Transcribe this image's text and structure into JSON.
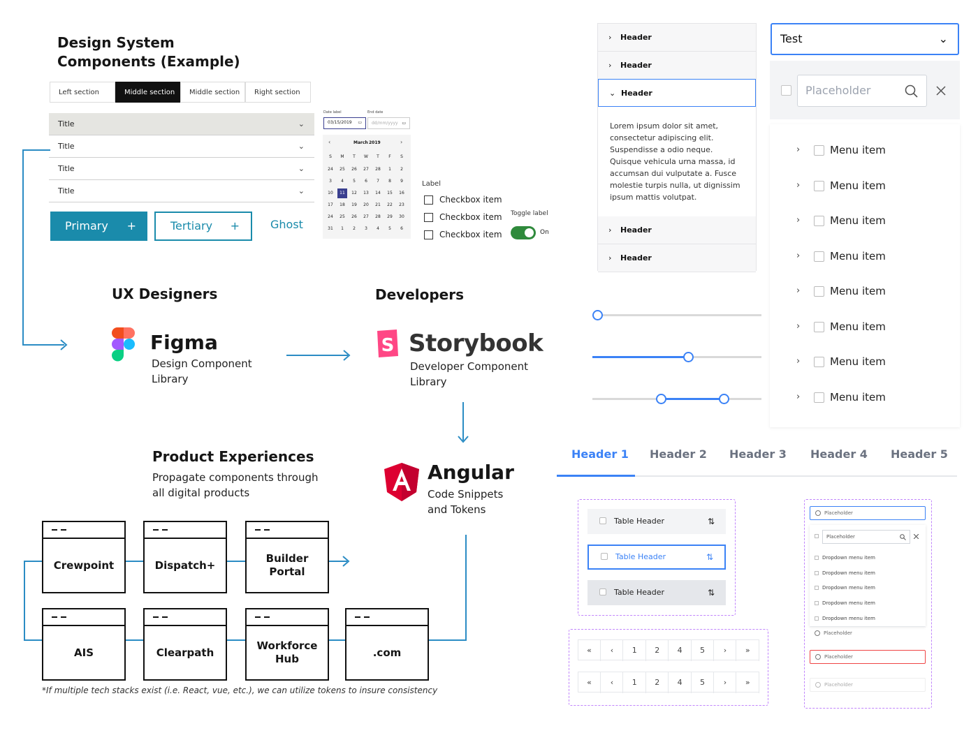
{
  "title": "Design System\nComponents (Example)",
  "content_switcher": [
    "Left section",
    "Middle section",
    "Middle section",
    "Right section"
  ],
  "accordion_left": [
    "Title",
    "Title",
    "Title",
    "Title"
  ],
  "buttons": {
    "primary": "Primary",
    "tertiary": "Tertiary",
    "ghost": "Ghost",
    "plus": "+"
  },
  "date_picker": {
    "date_label": "Date label",
    "end_label": "End date",
    "date_value": "03/15/2019",
    "end_placeholder": "dd/mm/yyyy",
    "month": "March",
    "year": "2019",
    "prev": "‹",
    "next": "›",
    "weekdays": [
      "S",
      "M",
      "T",
      "W",
      "T",
      "F",
      "S"
    ],
    "days": [
      "24",
      "25",
      "26",
      "27",
      "28",
      "1",
      "2",
      "3",
      "4",
      "5",
      "6",
      "7",
      "8",
      "9",
      "10",
      "11",
      "12",
      "13",
      "14",
      "15",
      "16",
      "17",
      "18",
      "19",
      "20",
      "21",
      "22",
      "23",
      "24",
      "25",
      "26",
      "27",
      "28",
      "29",
      "30",
      "31",
      "1",
      "2",
      "3",
      "4",
      "5",
      "6"
    ],
    "selected_index": 15
  },
  "checkbox_group": {
    "label": "Label",
    "items": [
      "Checkbox item",
      "Checkbox item",
      "Checkbox item"
    ]
  },
  "toggle": {
    "label": "Toggle label",
    "state": "On"
  },
  "flow": {
    "ux_heading": "UX Designers",
    "dev_heading": "Developers",
    "figma_name": "Figma",
    "figma_sub": "Design Component\nLibrary",
    "storybook_name": "Storybook",
    "storybook_sub": "Developer Component\nLibrary",
    "angular_name": "Angular",
    "angular_sub": "Code Snippets\nand Tokens",
    "product_heading": "Product Experiences",
    "product_sub": "Propagate components through\nall digital products",
    "products": [
      "Crewpoint",
      "Dispatch+",
      "Builder\nPortal",
      "AIS",
      "Clearpath",
      "Workforce\nHub",
      ".com"
    ],
    "footnote": "*If multiple tech stacks exist (i.e. React, vue, etc.), we can utilize tokens to insure consistency"
  },
  "accordion_right": {
    "headers": [
      "Header",
      "Header",
      "Header",
      "Header",
      "Header"
    ],
    "body": "Lorem ipsum dolor sit amet, consectetur adipiscing elit. Suspendisse a odio neque. Quisque vehicula urna massa, id accumsan dui vulputate a. Fusce molestie turpis nulla, ut dignissim ipsum mattis volutpat."
  },
  "select": {
    "value": "Test"
  },
  "search": {
    "placeholder": "Placeholder"
  },
  "menu_items": [
    "Menu item",
    "Menu item",
    "Menu item",
    "Menu item",
    "Menu item",
    "Menu item",
    "Menu item",
    "Menu item"
  ],
  "sliders": [
    {
      "value": 0
    },
    {
      "value": 0.59
    },
    {
      "low": 0.41,
      "high": 0.82
    }
  ],
  "tabs": [
    "Header 1",
    "Header 2",
    "Header 3",
    "Header 4",
    "Header 5"
  ],
  "table_headers": [
    "Table Header",
    "Table Header",
    "Table Header"
  ],
  "pagination": [
    "«",
    "‹",
    "1",
    "2",
    "4",
    "5",
    "›",
    "»"
  ],
  "dropdown": {
    "placeholder": "Placeholder",
    "items": [
      "Dropdown menu item",
      "Dropdown menu item",
      "Dropdown menu item",
      "Dropdown menu item",
      "Dropdown menu item"
    ]
  },
  "colors": {
    "primary": "#1a8bab",
    "flow_blue": "#2b8cc4",
    "slider_blue": "#3b82f6",
    "toggle_green": "#2f8a3c",
    "dashed_purple": "#c084fc",
    "angular_red": "#dd0031",
    "storybook_pink": "#ff4785"
  }
}
